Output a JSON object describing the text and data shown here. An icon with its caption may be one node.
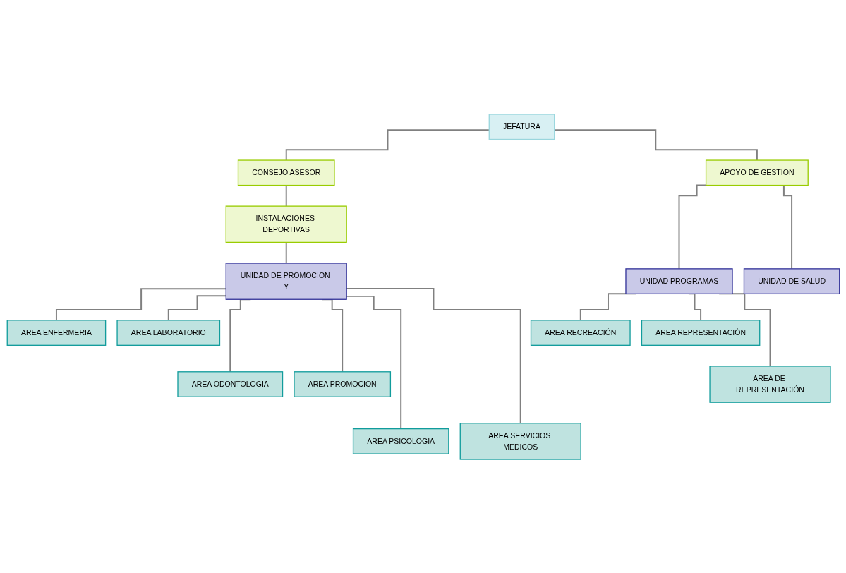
{
  "diagram": {
    "nodes": [
      {
        "text": [
          "JEFATURA"
        ]
      },
      {
        "text": [
          "CONSEJO ASESOR"
        ]
      },
      {
        "text": [
          "APOYO DE GESTION"
        ]
      },
      {
        "text": [
          "INSTALACIONES DEPORTIVAS"
        ]
      },
      {
        "text": [
          "UNIDAD DE PROMOCION Y"
        ]
      },
      {
        "text": [
          "UNIDAD PROGRAMAS"
        ]
      },
      {
        "text": [
          "UNIDAD DE SALUD"
        ]
      },
      {
        "text": [
          "AREA ENFERMERIA"
        ]
      },
      {
        "text": [
          "AREA LABORATORIO"
        ]
      },
      {
        "text": [
          "AREA ODONTOLOGIA"
        ]
      },
      {
        "text": [
          "AREA PROMOCION"
        ]
      },
      {
        "text": [
          "AREA PSICOLOGIA"
        ]
      },
      {
        "text": [
          "AREA SERVICIOS MEDICOS"
        ]
      },
      {
        "text": [
          "AREA RECREACIÓN"
        ]
      },
      {
        "text": [
          "AREA REPRESENTACIÒN"
        ]
      },
      {
        "text": [
          "AREA DE REPRESENTACIÓN"
        ]
      }
    ],
    "edges": [
      {
        "from": 0,
        "to": 1,
        "arrow": "none"
      },
      {
        "from": 0,
        "to": 2,
        "arrow": "none"
      },
      {
        "from": 1,
        "to": 3,
        "arrow": "none"
      },
      {
        "from": 3,
        "to": 4,
        "arrow": "none"
      },
      {
        "from": 2,
        "to": 5,
        "arrow": "none"
      },
      {
        "from": 2,
        "to": 6,
        "arrow": "none"
      },
      {
        "from": 4,
        "to": 7,
        "arrow": "none"
      },
      {
        "from": 4,
        "to": 8,
        "arrow": "none"
      },
      {
        "from": 4,
        "to": 9,
        "arrow": "none"
      },
      {
        "from": 4,
        "to": 10,
        "arrow": "none"
      },
      {
        "from": 4,
        "to": 11,
        "arrow": "none"
      },
      {
        "from": 4,
        "to": 12,
        "arrow": "none"
      },
      {
        "from": 5,
        "to": 13,
        "arrow": "none"
      },
      {
        "from": 5,
        "to": 14,
        "arrow": "none"
      },
      {
        "from": 5,
        "to": 15,
        "arrow": "none"
      }
    ]
  }
}
